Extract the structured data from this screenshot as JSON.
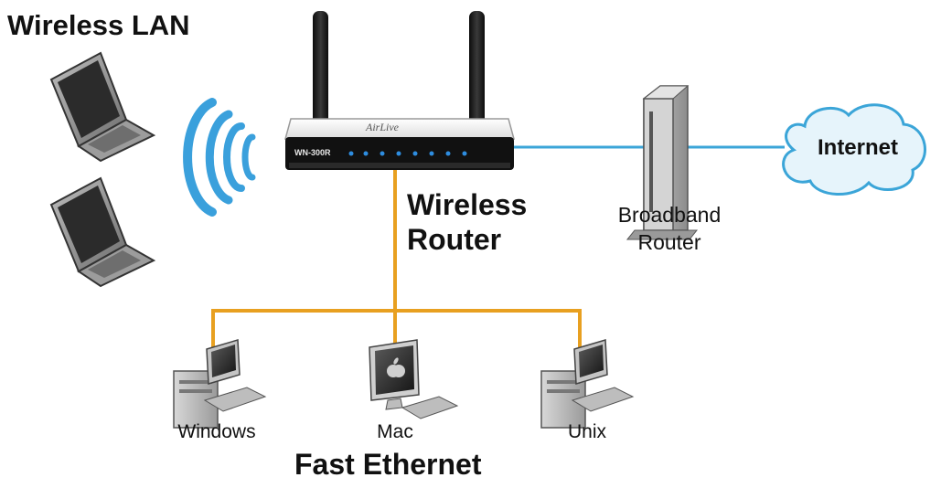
{
  "labels": {
    "wireless_lan": "Wireless LAN",
    "wireless_router_line1": "Wireless",
    "wireless_router_line2": "Router",
    "broadband_router_line1": "Broadband",
    "broadband_router_line2": "Router",
    "internet": "Internet",
    "windows": "Windows",
    "mac": "Mac",
    "unix": "Unix",
    "fast_ethernet": "Fast Ethernet"
  },
  "router_device": {
    "brand": "AirLive",
    "model": "WN-300R"
  },
  "colors": {
    "ethernet_line": "#e8a020",
    "internet_line": "#3ba5d8",
    "wifi_waves": "#3aa0dc",
    "cloud_fill": "#e6f4fb",
    "cloud_stroke": "#3ba5d8"
  }
}
